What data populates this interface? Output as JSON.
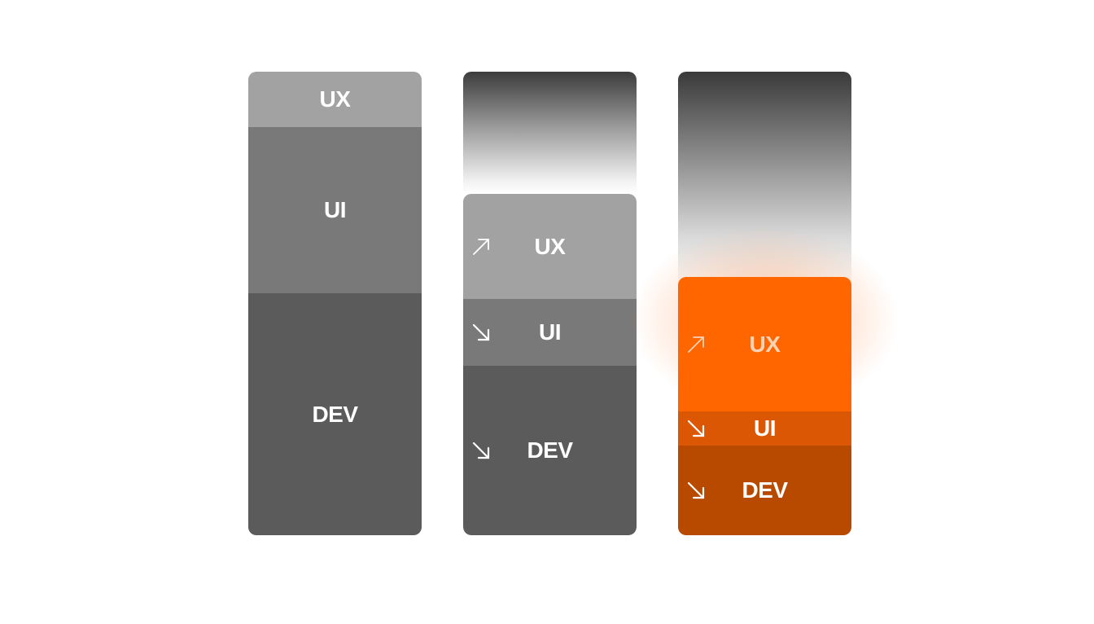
{
  "columns": [
    {
      "id": "current",
      "segments": {
        "ux": "UX",
        "ui": "UI",
        "dev": "DEV"
      }
    },
    {
      "id": "shifted",
      "segments": {
        "ux": "UX",
        "ui": "UI",
        "dev": "DEV"
      },
      "trends": {
        "ux": "up",
        "ui": "down",
        "dev": "down"
      }
    },
    {
      "id": "highlighted",
      "segments": {
        "ux": "UX",
        "ui": "UI",
        "dev": "DEV"
      },
      "trends": {
        "ux": "up",
        "ui": "down",
        "dev": "down"
      }
    }
  ],
  "colors": {
    "ux_gray": "#a2a2a2",
    "ui_gray": "#797979",
    "dev_gray": "#5b5b5b",
    "ux_orange": "#ff6600",
    "ui_orange": "#db5703",
    "dev_orange": "#b84a00",
    "ux_orange_label": "#ffd2b3"
  },
  "icons": {
    "trend_up": "arrow-up-right-icon",
    "trend_down": "arrow-down-right-icon"
  }
}
